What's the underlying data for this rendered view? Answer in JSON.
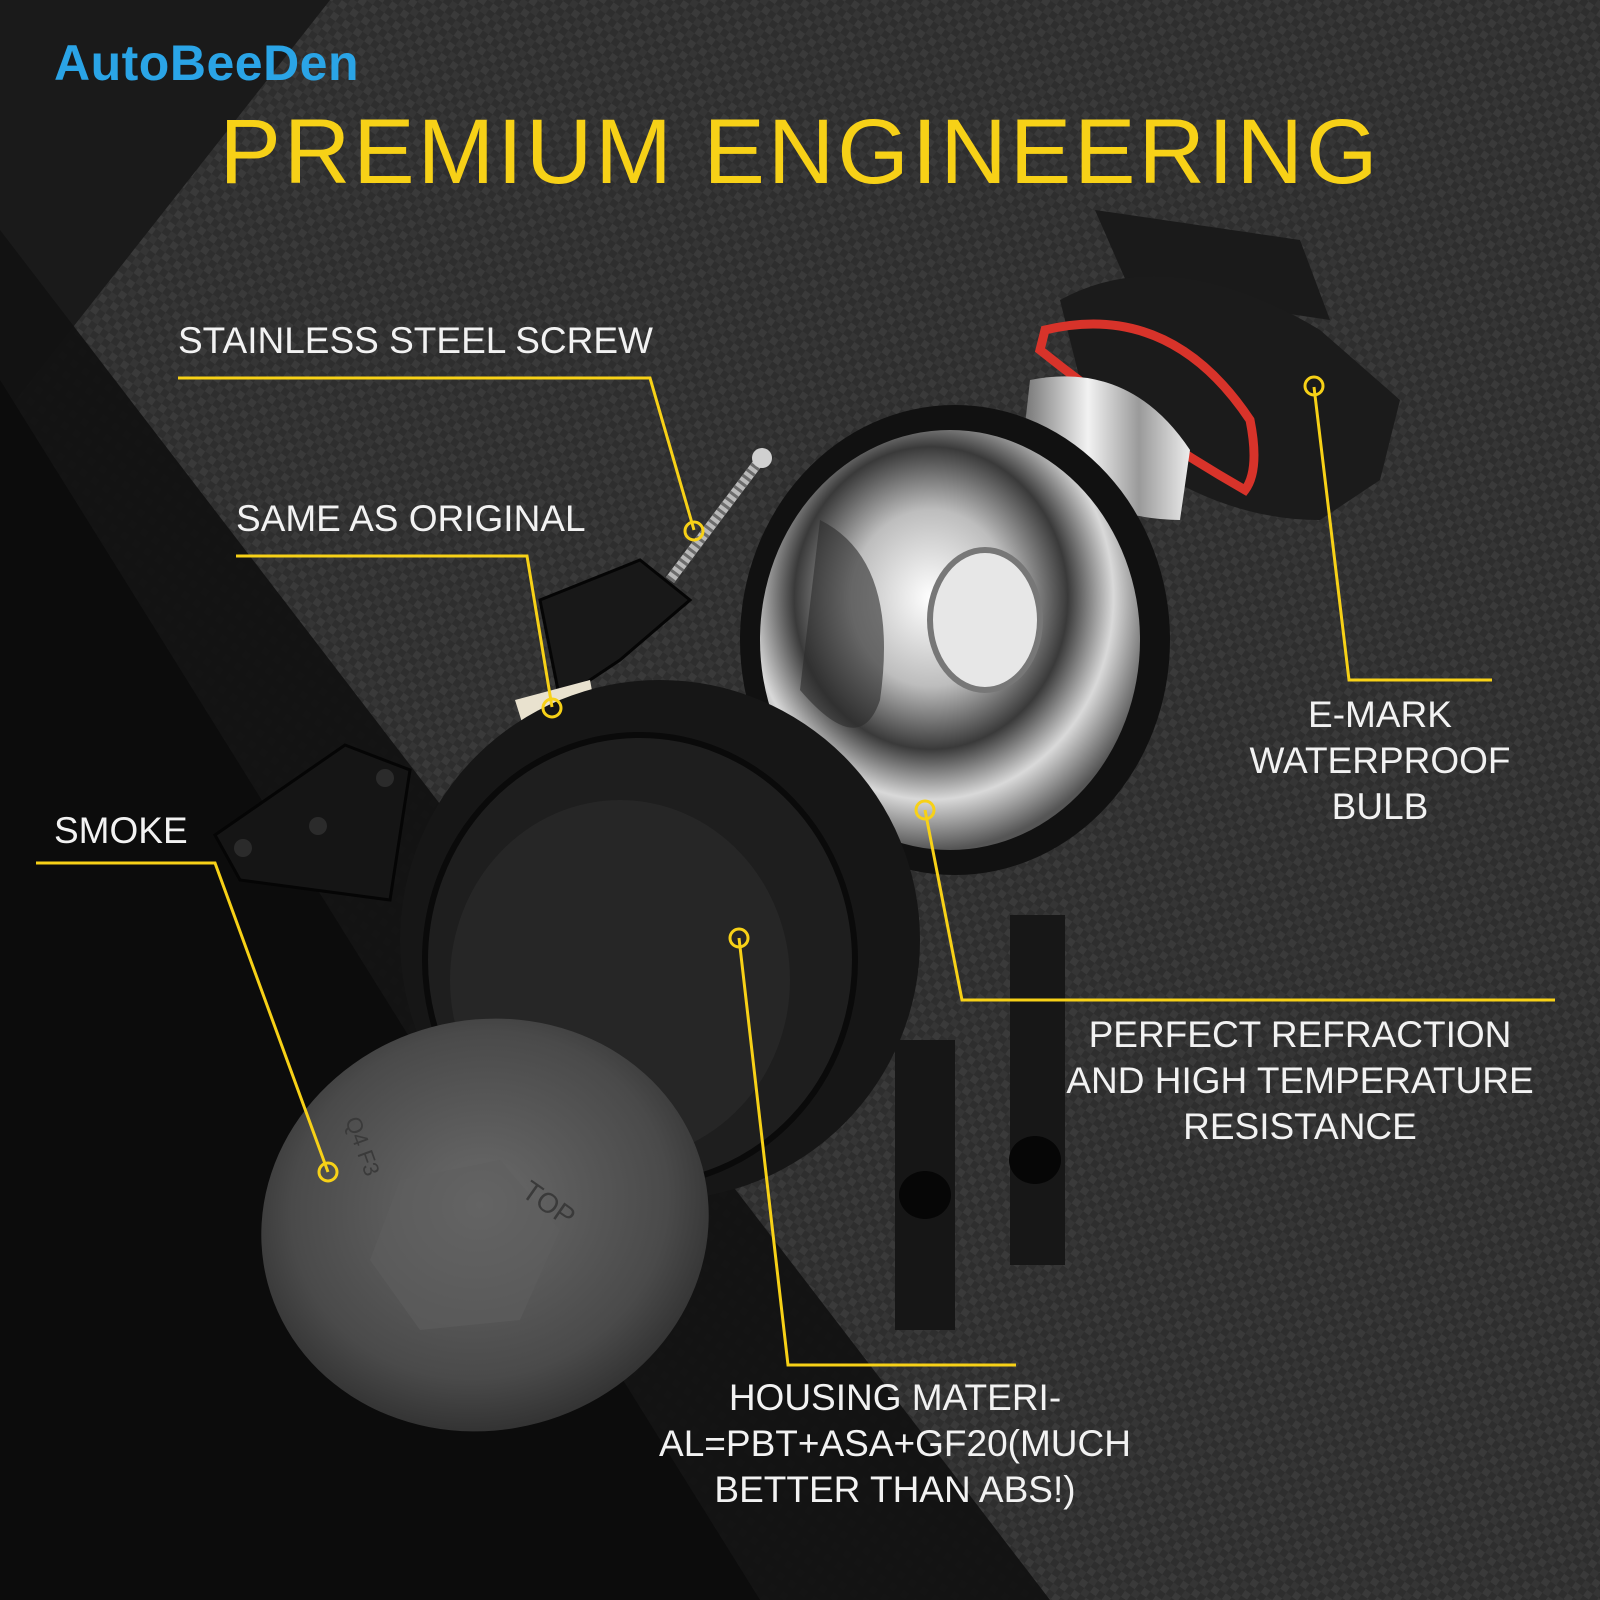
{
  "brand": {
    "name": "AutoBeeDen",
    "color": "#2aa4e6"
  },
  "headline": {
    "text": "PREMIUM ENGINEERING",
    "color": "#f7d117"
  },
  "callouts": {
    "stainless_steel_screw": "STAINLESS STEEL SCREW",
    "same_as_original": "SAME AS ORIGINAL",
    "smoke": "SMOKE",
    "e_mark": [
      "E-MARK",
      "WATERPROOF",
      "BULB"
    ],
    "refraction": [
      "PERFECT REFRACTION",
      "AND HIGH TEMPERATURE",
      "RESISTANCE"
    ],
    "housing": [
      "HOUSING MATERI-",
      "AL=PBT+ASA+GF20(MUCH",
      "BETTER THAN ABS!)"
    ]
  },
  "lens_markings": [
    "TOP",
    "Q4 F3"
  ],
  "colors": {
    "leader_line": "#f7d117",
    "text": "#f2f2f2",
    "background": "#111111",
    "bulb_seal": "#d8332a"
  }
}
